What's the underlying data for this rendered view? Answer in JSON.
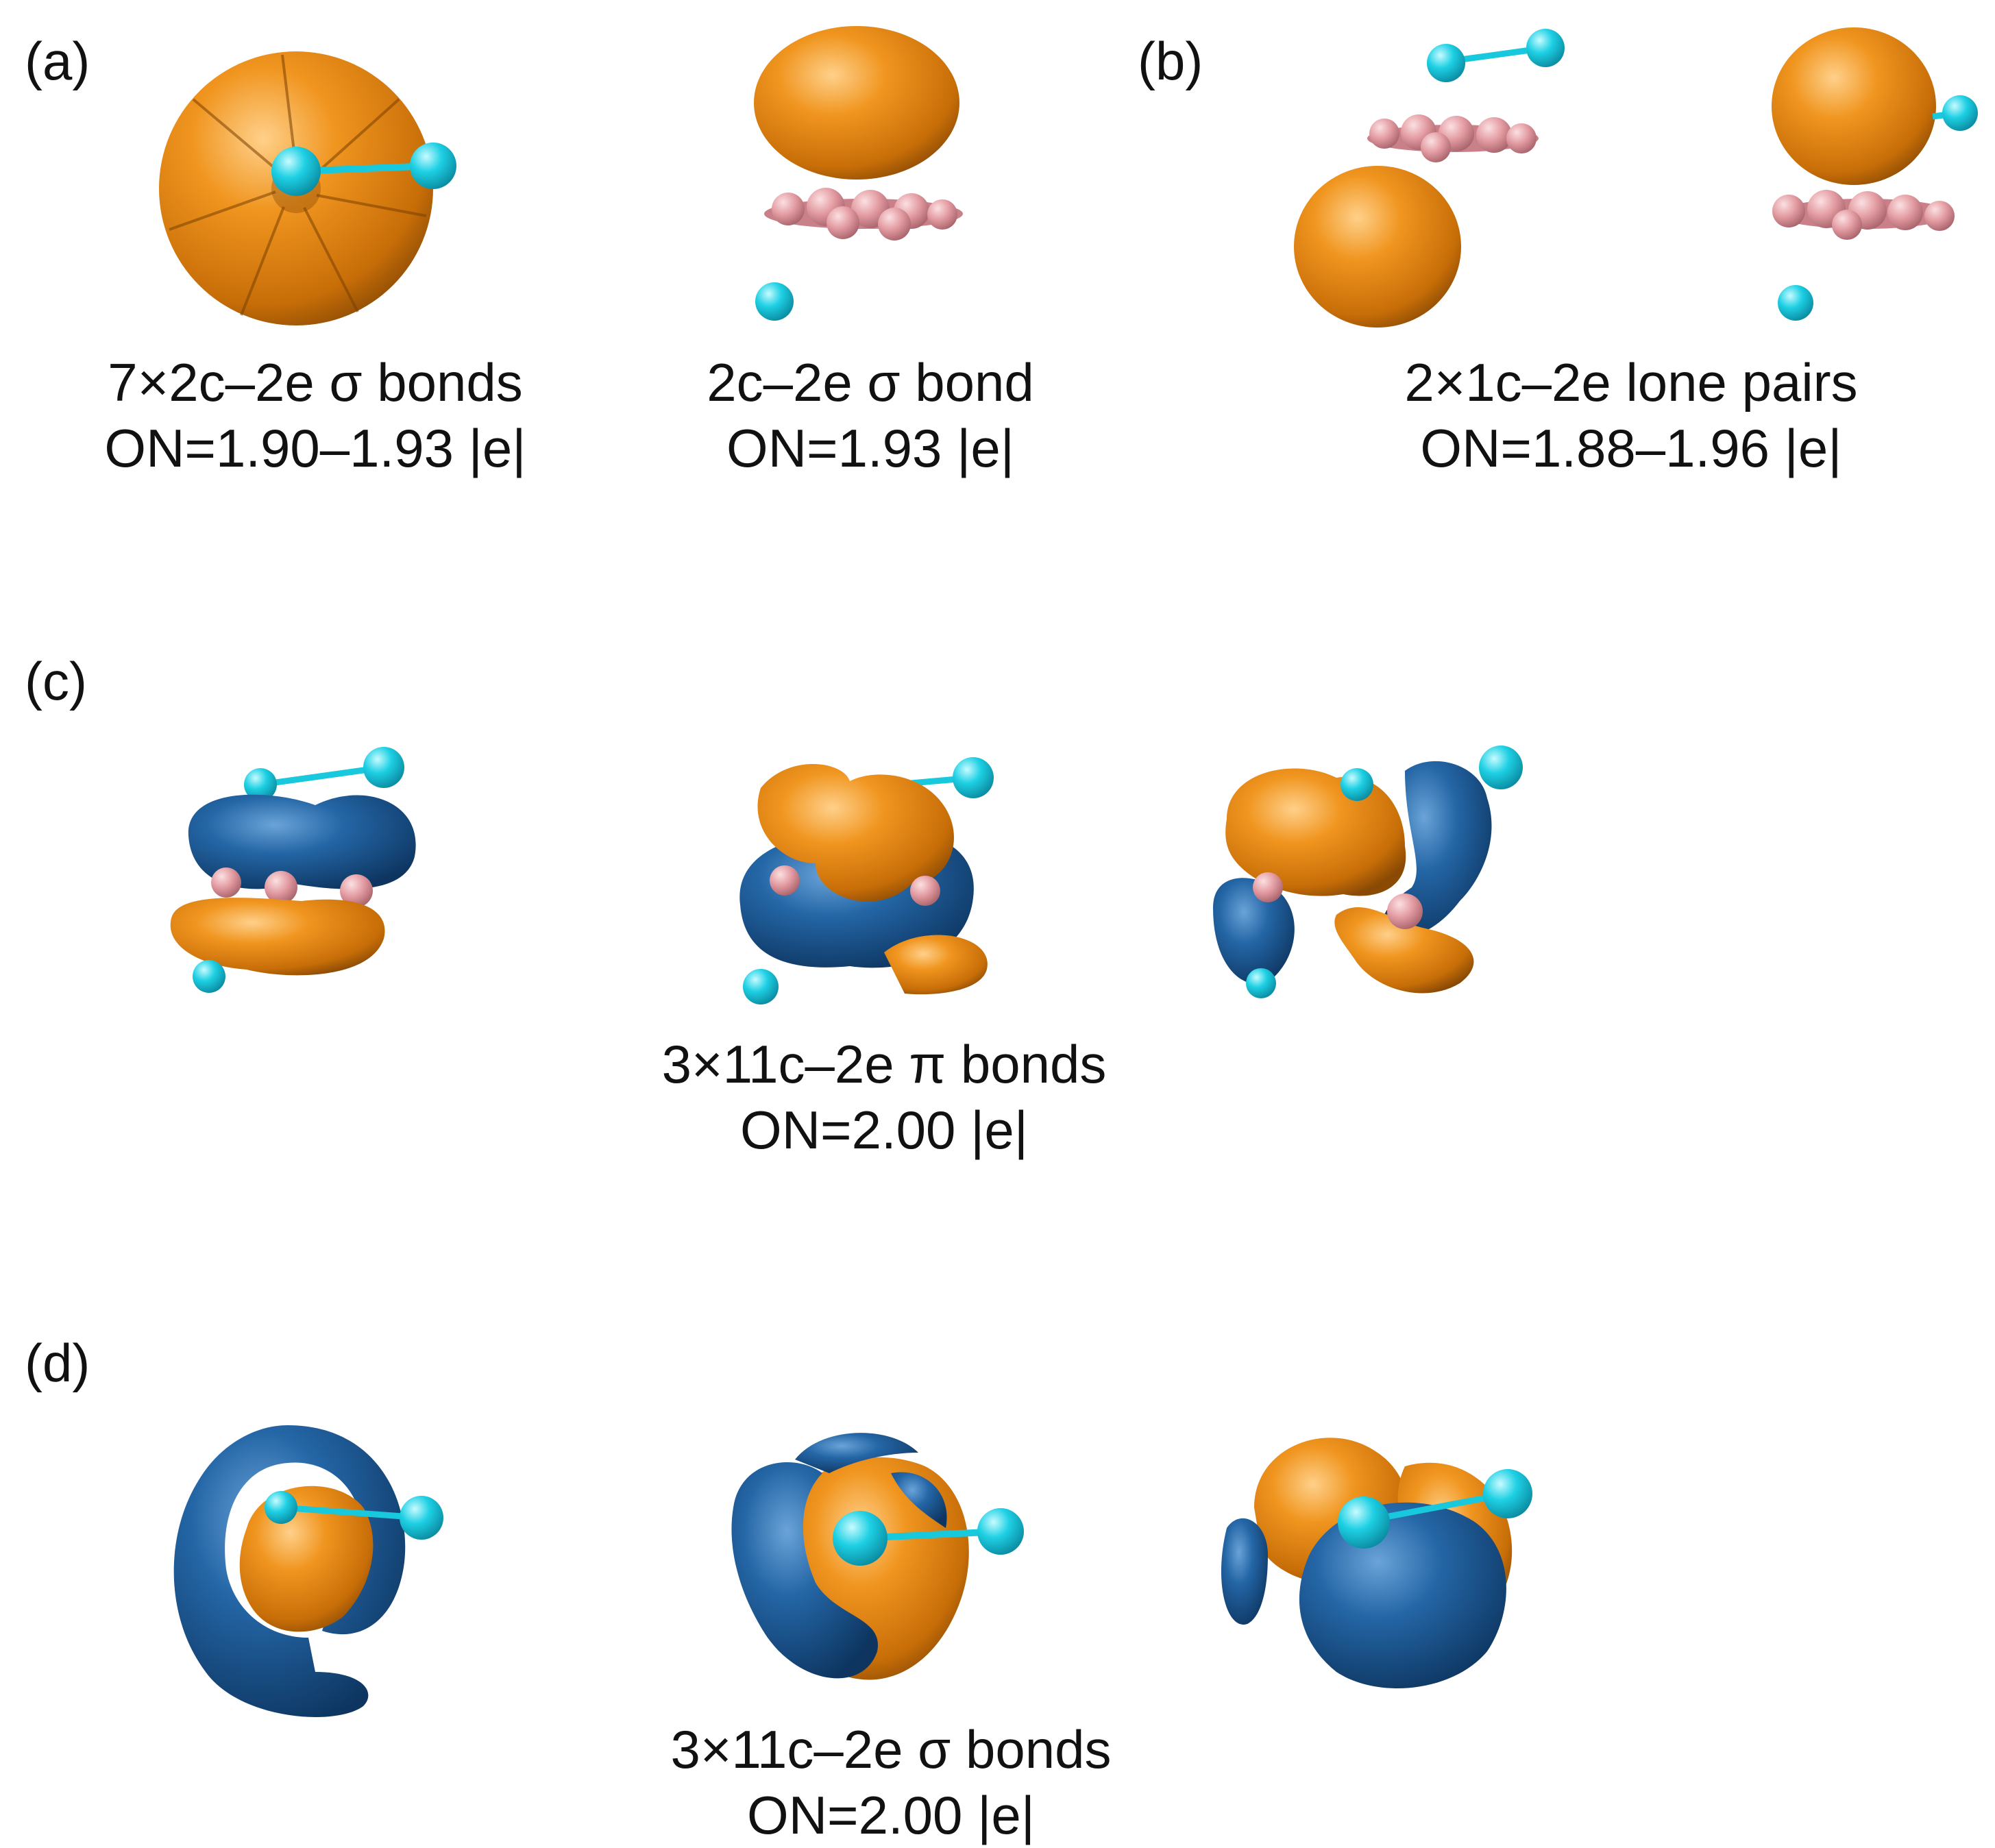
{
  "panels": {
    "a": {
      "label": "(a)",
      "captions": [
        {
          "line1": "7×2c–2e σ bonds",
          "line2": "ON=1.90–1.93 |e|"
        },
        {
          "line1": "2c–2e σ bond",
          "line2": "ON=1.93 |e|"
        }
      ]
    },
    "b": {
      "label": "(b)",
      "caption": {
        "line1": "2×1c–2e lone pairs",
        "line2": "ON=1.88–1.96 |e|"
      }
    },
    "c": {
      "label": "(c)",
      "caption": {
        "line1": "3×11c–2e π bonds",
        "line2": "ON=2.00 |e|"
      }
    },
    "d": {
      "label": "(d)",
      "caption": {
        "line1": "3×11c–2e σ bonds",
        "line2": "ON=2.00 |e|"
      }
    }
  },
  "colors": {
    "orange_lobe": "#e68a12",
    "blue_lobe": "#1f5f9c",
    "cyan_atom": "#18c8dc",
    "pink_atom": "#e59aa0"
  }
}
